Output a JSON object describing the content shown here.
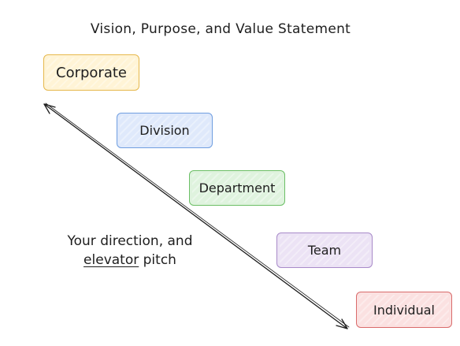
{
  "title": "Vision, Purpose, and Value Statement",
  "levels": [
    {
      "label": "Corporate",
      "color": "#e6b84c"
    },
    {
      "label": "Division",
      "color": "#6f9ee0"
    },
    {
      "label": "Department",
      "color": "#6cbf66"
    },
    {
      "label": "Team",
      "color": "#a88ac9"
    },
    {
      "label": "Individual",
      "color": "#d96b6b"
    }
  ],
  "note": {
    "line1": "Your direction, and",
    "line2_underlined": "elevator",
    "line2_rest": " pitch"
  },
  "arrow": {
    "type": "double-headed",
    "color": "#1e1e1e"
  }
}
